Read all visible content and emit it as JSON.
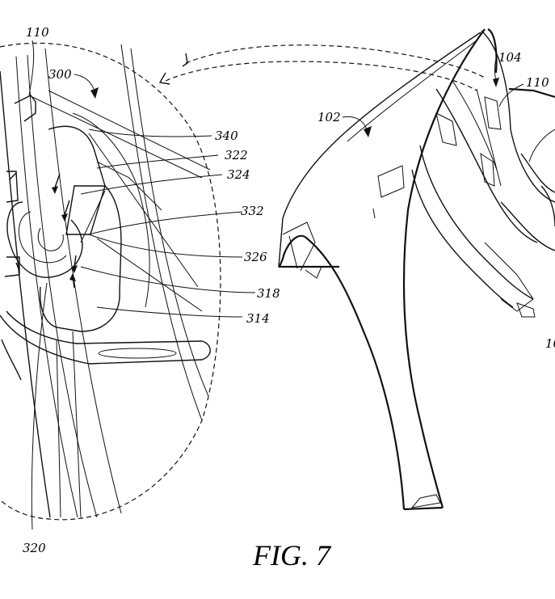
{
  "figure": {
    "caption": "FIG. 7",
    "labels": {
      "l110_detail": "110",
      "l300": "300",
      "l340": "340",
      "l322": "322",
      "l324": "324",
      "l332": "332",
      "l326": "326",
      "l318": "318",
      "l314": "314",
      "l320": "320",
      "l102": "102",
      "l104": "104",
      "l110_main": "110",
      "l10x_partial": "10"
    }
  }
}
